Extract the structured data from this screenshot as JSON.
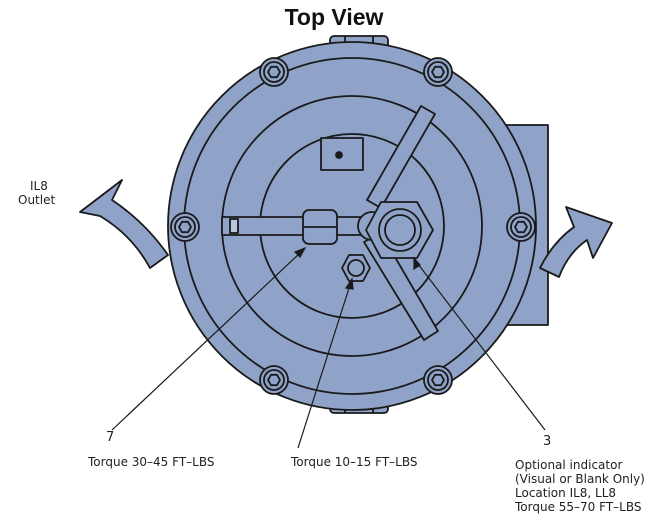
{
  "title": "Top View",
  "labels": {
    "outlet_line1": "IL8",
    "outlet_line2": "Outlet",
    "callout7_number": "7",
    "callout7_torque": "Torque 30–45 FT–LBS",
    "center_torque": "Torque 10–15 FT–LBS",
    "callout3_number": "3",
    "callout3_line1": "Optional indicator",
    "callout3_line2": "(Visual or Blank Only)",
    "callout3_line3": "Location IL8, LL8",
    "callout3_line4": "Torque 55–70 FT–LBS"
  },
  "colors": {
    "body_fill": "#8fa3c8",
    "stroke": "#1a1a1a",
    "background": "#ffffff"
  }
}
